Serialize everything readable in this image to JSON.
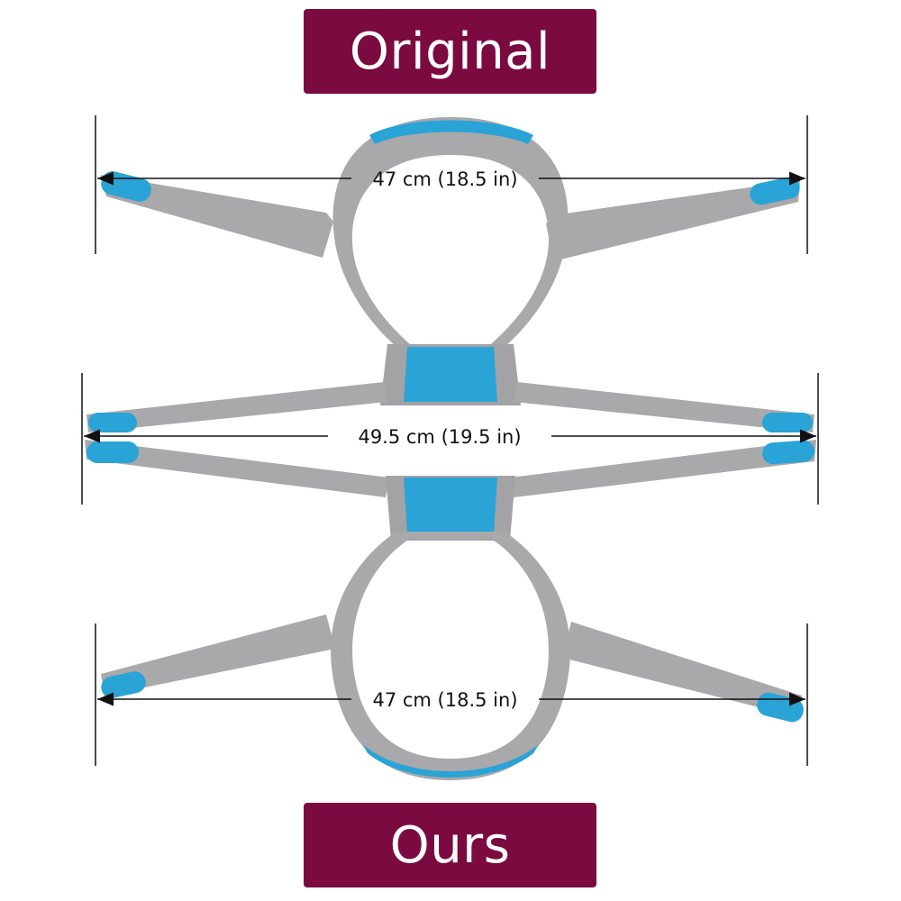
{
  "labels": {
    "top_banner": "Original",
    "bottom_banner": "Ours"
  },
  "measurements": {
    "top": "47 cm (18.5 in)",
    "middle": "49.5 cm (19.5 in)",
    "bottom": "47 cm (18.5 in)"
  },
  "colors": {
    "banner": "#7a0a3f",
    "strap_gray": "#a8a8aa",
    "strap_gray_dark": "#8e8e91",
    "accent_blue": "#2aa3d6",
    "accent_blue_light": "#4fbbe6",
    "line": "#111111"
  }
}
